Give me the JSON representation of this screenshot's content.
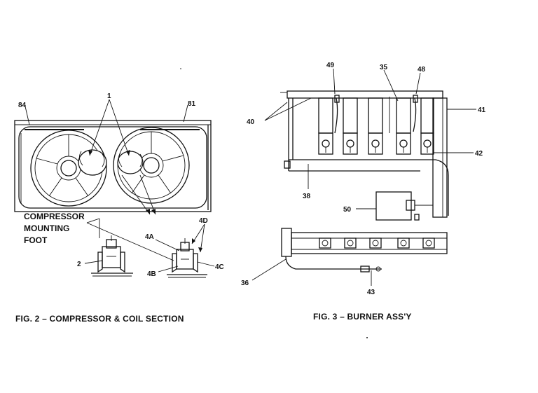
{
  "fig2": {
    "caption": "FIG. 2 – COMPRESSOR & COIL SECTION",
    "callouts": {
      "c84": "84",
      "c1": "1",
      "c81": "81",
      "c4d": "4D",
      "c4a": "4A",
      "c2": "2",
      "c4b": "4B",
      "c4c": "4C"
    },
    "mount_label": [
      "COMPRESSOR",
      "MOUNTING",
      "FOOT"
    ]
  },
  "fig3": {
    "caption": "FIG. 3 – BURNER ASS'Y",
    "callouts": {
      "c49": "49",
      "c35": "35",
      "c48": "48",
      "c40": "40",
      "c41": "41",
      "c42": "42",
      "c38": "38",
      "c50": "50",
      "c36": "36",
      "c43": "43"
    }
  }
}
